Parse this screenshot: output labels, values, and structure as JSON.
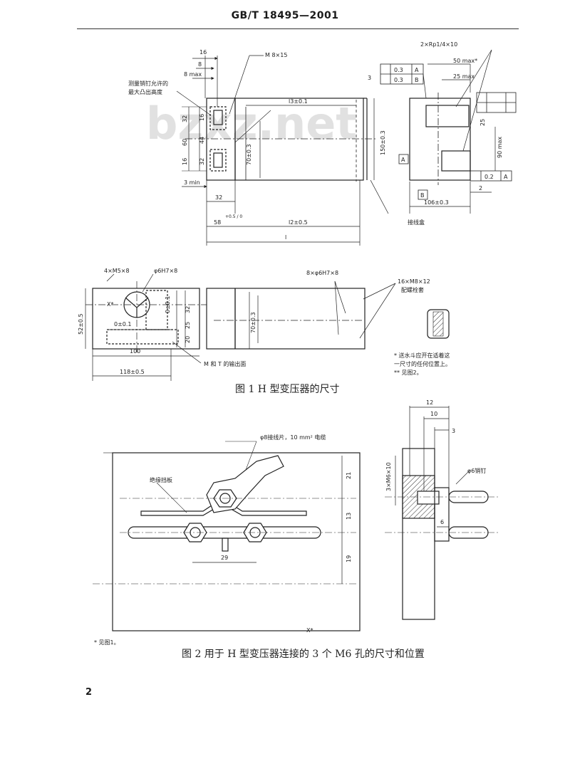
{
  "header": {
    "standard_no": "GB/T 18495—2001"
  },
  "watermark": "bzxz.net",
  "figure1": {
    "caption": "图 1   H 型变压器的尺寸",
    "labels": {
      "m8x15": "M 8×15",
      "rp": "2×Rp1/4×10",
      "tol03a": "0.3",
      "tol03b": "0.3",
      "tolA": "A",
      "tolB": "B",
      "max50": "50 max*",
      "max25": "25 max",
      "d16": "16",
      "d8": "8",
      "d8max": "8 max",
      "d3top": "3",
      "meas_note1": "测量销钉允许的",
      "meas_note2": "最大凸出高度",
      "l3": "l3±0.1",
      "d70": "70±0.3",
      "d150": "150±0.3",
      "d32a": "32",
      "d16a": "16",
      "d60": "60",
      "d44": "44",
      "d16b": "16",
      "d32b": "32",
      "d3min": "3 min",
      "d32c": "32",
      "d58": "58",
      "d58tol": "+0.5 / 0",
      "l2": "l2±0.5",
      "l": "l",
      "box_a": "A",
      "box_b": "B",
      "tol02": "0.2",
      "tolA2": "A",
      "d2": "2",
      "d106": "106±0.3",
      "d90": "90 max",
      "d25": "25",
      "terminal_box": "接线盒",
      "m5x8": "4×M5×8",
      "phi6h7": "φ6H7×8",
      "x_star": "X*",
      "d52": "52±0.5",
      "d0_1": "0±0.1",
      "d100": "100",
      "d118": "118±0.5",
      "d0_1v": "0±0.1",
      "d32d": "32",
      "d25b": "25",
      "d20": "20",
      "mt_face": "M 和 T 的输出面",
      "phi6_8": "8×φ6H7×8",
      "d70b": "70±0.3",
      "m8x12": "16×M8×12",
      "m8x12_b": "配螺栓套",
      "note_star": "* 送水斗应开在适着这",
      "note_star2": "  一尺寸的任何位置上。",
      "note_dstar": "** 见图2。"
    }
  },
  "figure2": {
    "caption": "图 2   用于 H 型变压器连接的 3 个 M6 孔的尺寸和位置",
    "labels": {
      "phi8": "φ8接线片，10 mm² 电缆",
      "insul": "绝缘挡板",
      "d21": "21",
      "d13": "13",
      "d19": "19",
      "d29": "29",
      "x_prime": "X*",
      "d12": "12",
      "d10": "10",
      "d3": "3",
      "m6x10": "3×M6×10",
      "phi6": "φ6销钉",
      "d6": "6",
      "footnote": "* 见图1。"
    }
  },
  "page_number": "2"
}
